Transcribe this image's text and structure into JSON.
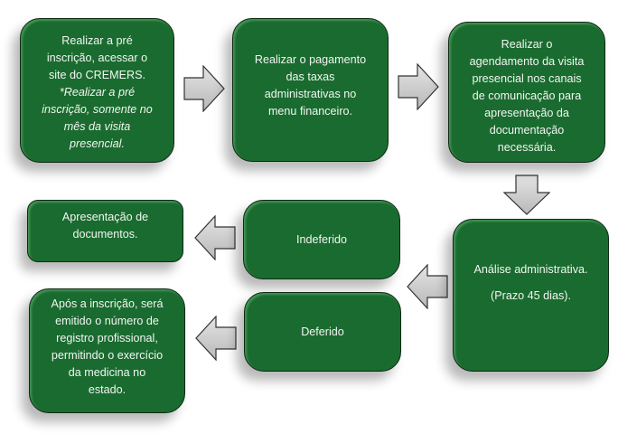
{
  "diagram": {
    "type": "flowchart",
    "colors": {
      "box_fill": "#1a6b2f",
      "box_border": "#0f2a14",
      "box_text": "#f2f6f2",
      "arrow_fill": "#c9c9c9",
      "arrow_border": "#333333",
      "background": "#ffffff"
    },
    "steps": [
      {
        "id": "pre-inscricao",
        "lines": [
          "Realizar a pré",
          "inscrição, acessar o",
          "site do CREMERS."
        ],
        "note_lines": [
          "*Realizar a pré",
          "inscrição, somente no",
          "mês da visita",
          "presencial."
        ]
      },
      {
        "id": "pagamento",
        "lines": [
          "Realizar o pagamento",
          "das taxas",
          "administrativas no",
          "menu financeiro."
        ]
      },
      {
        "id": "agendamento",
        "lines": [
          "Realizar o",
          "agendamento da visita",
          "presencial nos canais",
          "de comunicação para",
          "apresentação da",
          "documentação",
          "necessária."
        ]
      },
      {
        "id": "apresentacao-documentos",
        "lines": [
          "Apresentação de",
          "documentos."
        ]
      },
      {
        "id": "indeferido",
        "lines": [
          "Indeferido"
        ]
      },
      {
        "id": "analise",
        "lines": [
          "Análise administrativa."
        ],
        "sub_lines": [
          "(Prazo 45 dias)."
        ]
      },
      {
        "id": "registro",
        "lines": [
          "Após a inscrição, será",
          "emitido o número de",
          "registro profissional,",
          "permitindo o exercício",
          "da medicina no",
          "estado."
        ]
      },
      {
        "id": "deferido",
        "lines": [
          "Deferido"
        ]
      }
    ],
    "connections": [
      {
        "from": "pre-inscricao",
        "to": "pagamento",
        "direction": "right"
      },
      {
        "from": "pagamento",
        "to": "agendamento",
        "direction": "right"
      },
      {
        "from": "agendamento",
        "to": "analise",
        "direction": "down"
      },
      {
        "from": "analise",
        "to": "indeferido/deferido",
        "direction": "left"
      },
      {
        "from": "indeferido",
        "to": "apresentacao-documentos",
        "direction": "left"
      },
      {
        "from": "deferido",
        "to": "registro",
        "direction": "left"
      }
    ]
  }
}
